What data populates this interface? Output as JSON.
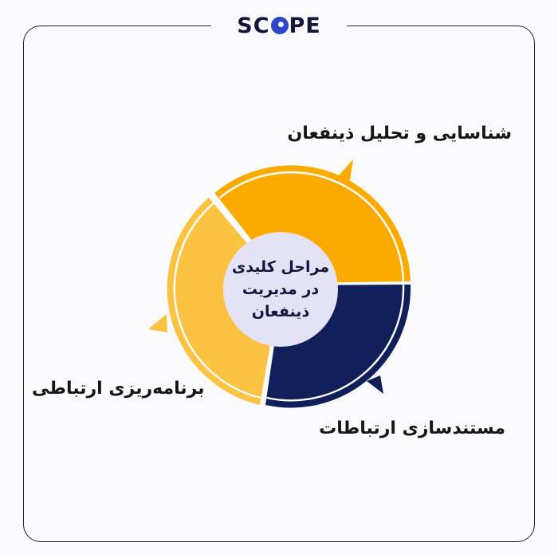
{
  "brand": {
    "logo_text": "SCOPE"
  },
  "diagram": {
    "center": {
      "line1": "مراحل کلیدی",
      "line2": "در مدیریت",
      "line3": "ذینفعان"
    },
    "segments": [
      {
        "label": "شناسایی و تحلیل ذینفعان",
        "color": "#fbab00"
      },
      {
        "label": "مستندسازی ارتباطات",
        "color": "#101e5a"
      },
      {
        "label": "برنامه‌ریزی ارتباطی",
        "color": "#fcc242"
      }
    ],
    "center_color": "#e3e3f5"
  }
}
